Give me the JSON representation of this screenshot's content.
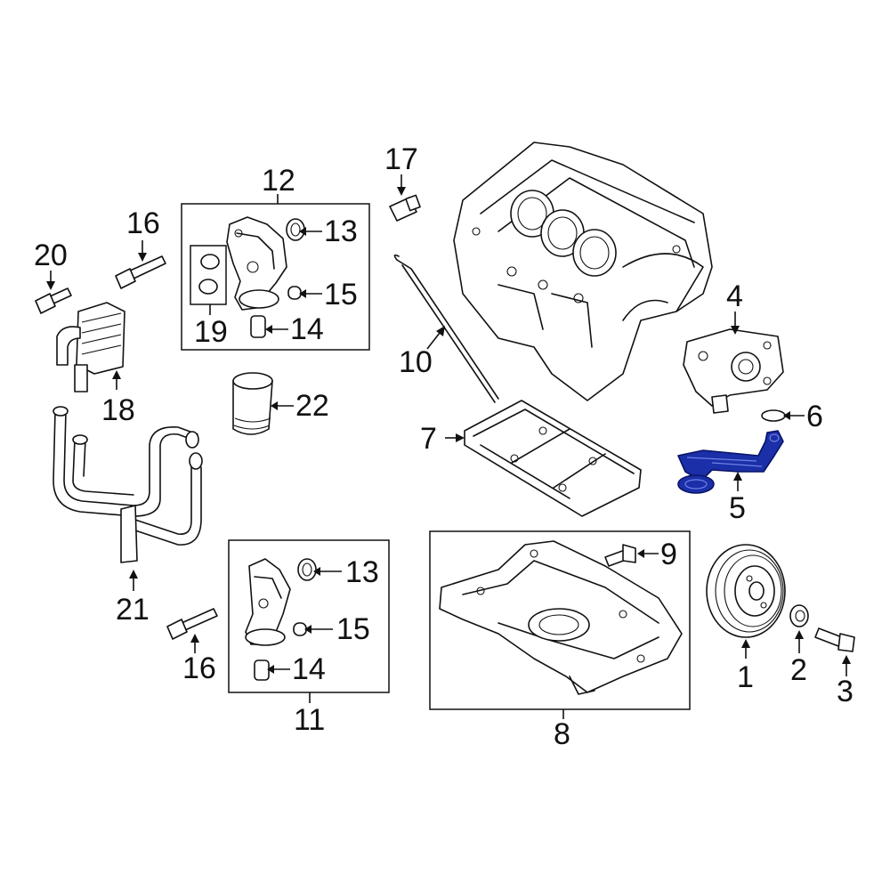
{
  "diagram": {
    "highlighted_part": "5",
    "highlight_color": "#1b2fa8",
    "callouts": {
      "c1": "1",
      "c2": "2",
      "c3": "3",
      "c4": "4",
      "c5": "5",
      "c6": "6",
      "c7": "7",
      "c8": "8",
      "c9": "9",
      "c10": "10",
      "c11": "11",
      "c12": "12",
      "c13a": "13",
      "c13b": "13",
      "c14a": "14",
      "c14b": "14",
      "c15a": "15",
      "c15b": "15",
      "c16a": "16",
      "c16b": "16",
      "c17": "17",
      "c18": "18",
      "c19": "19",
      "c20": "20",
      "c21": "21",
      "c22": "22"
    }
  }
}
